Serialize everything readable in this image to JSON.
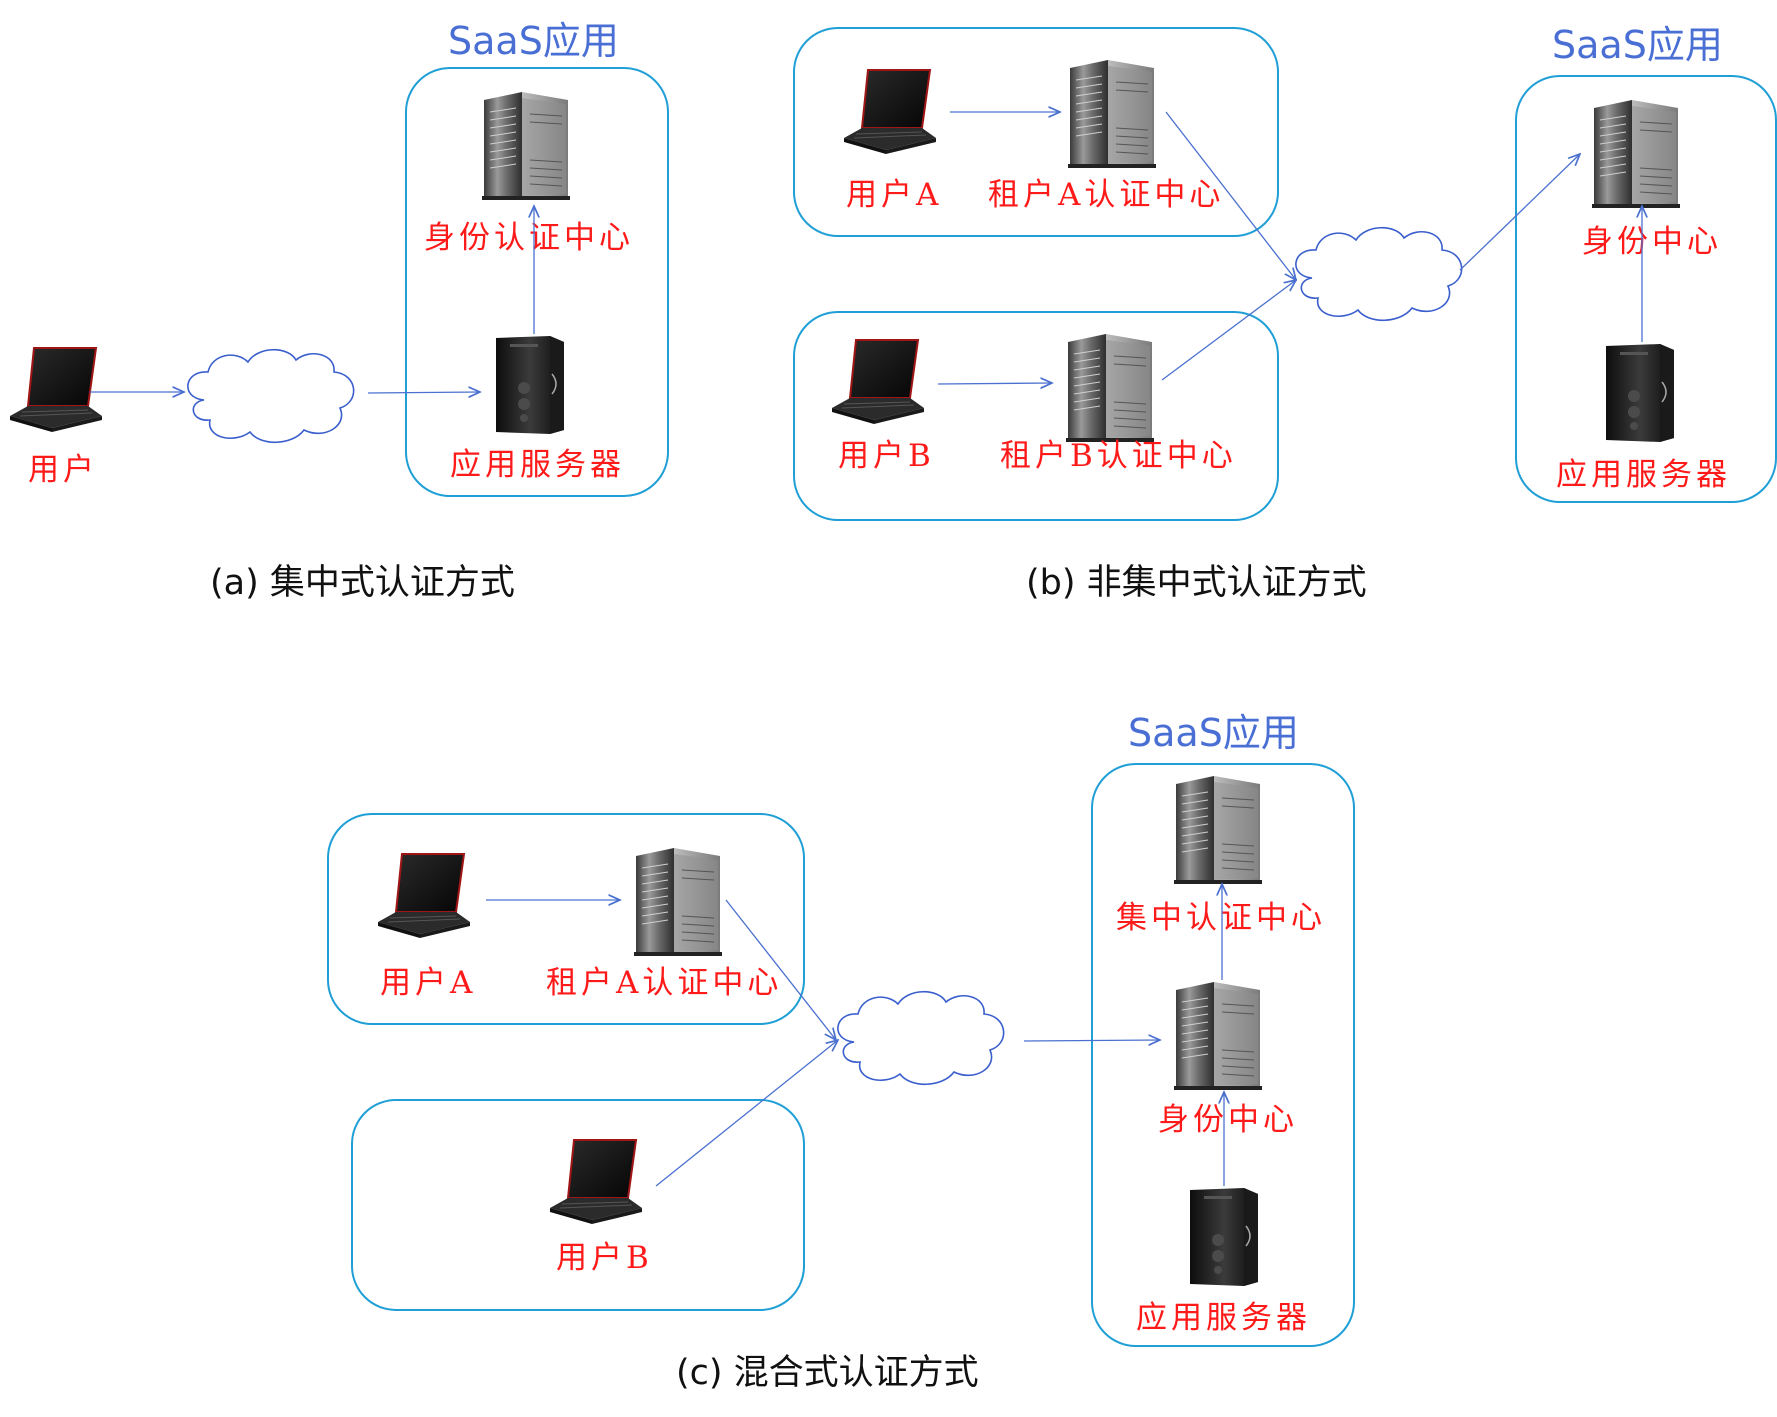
{
  "panel_a": {
    "saas_title": "SaaS应用",
    "user": "用户",
    "auth_center": "身份认证中心",
    "app_server": "应用服务器",
    "caption": "(a) 集中式认证方式"
  },
  "panel_b": {
    "saas_title": "SaaS应用",
    "user_a": "用户A",
    "tenant_a_auth": "租户A认证中心",
    "user_b": "用户B",
    "tenant_b_auth": "租户B认证中心",
    "identity_center": "身份中心",
    "app_server": "应用服务器",
    "caption": "(b) 非集中式认证方式"
  },
  "panel_c": {
    "saas_title": "SaaS应用",
    "user_a": "用户A",
    "tenant_a_auth": "租户A认证中心",
    "user_b": "用户B",
    "central_auth": "集中认证中心",
    "identity_center": "身份中心",
    "app_server": "应用服务器",
    "caption": "(c) 混合式认证方式"
  },
  "colors": {
    "box_border": "#1f9fd6",
    "label_red": "#ff1a1a",
    "title_blue": "#4a6fd4",
    "arrow": "#4a70d0"
  }
}
